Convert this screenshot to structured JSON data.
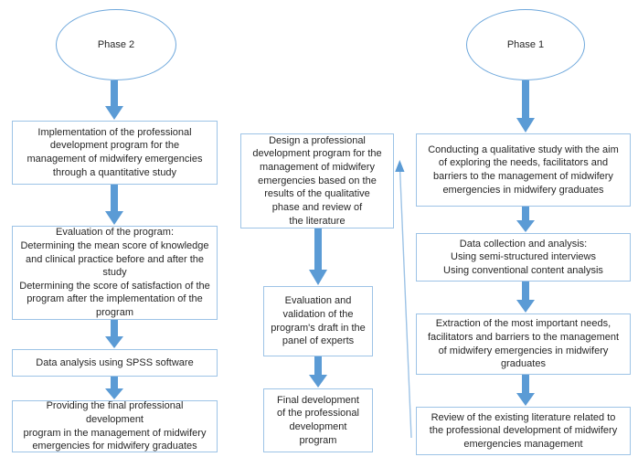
{
  "diagram": {
    "title": "Midwifery emergencies professional development study flowchart",
    "colors": {
      "box_border": "#9dc3e6",
      "ellipse_border": "#6fa8dc",
      "arrow_fill": "#5b9bd5",
      "connector_line": "#9dc3e6",
      "text": "#262626",
      "background": "#ffffff"
    },
    "phase2": {
      "label": "Phase 2",
      "steps": [
        "Implementation of the professional\ndevelopment program for the\nmanagement of midwifery emergencies\nthrough a quantitative study",
        "Evaluation of the program:\nDetermining the mean score of knowledge\nand clinical practice before and after the study\nDetermining the score of satisfaction of the\nprogram after the implementation of the program",
        "Data analysis using SPSS software",
        "Providing the final professional development\nprogram in the management of midwifery\nemergencies for midwifery graduates"
      ]
    },
    "middle": {
      "steps": [
        "Design a professional\ndevelopment program for the\nmanagement of midwifery\nemergencies based on the\nresults of the qualitative\nphase and review of\nthe literature",
        "Evaluation and\nvalidation of the\nprogram's draft in the\npanel of experts",
        "Final development\nof the professional\ndevelopment\nprogram"
      ]
    },
    "phase1": {
      "label": "Phase 1",
      "steps": [
        "Conducting a qualitative study with the aim\nof exploring the needs, facilitators and\nbarriers to the management of midwifery\nemergencies in midwifery graduates",
        "Data collection and analysis:\nUsing semi-structured interviews\nUsing conventional content analysis",
        "Extraction of the most important needs,\nfacilitators and barriers to the management\nof midwifery emergencies in midwifery\ngraduates",
        "Review of the existing literature related to\nthe professional development of midwifery\nemergencies management"
      ]
    }
  }
}
